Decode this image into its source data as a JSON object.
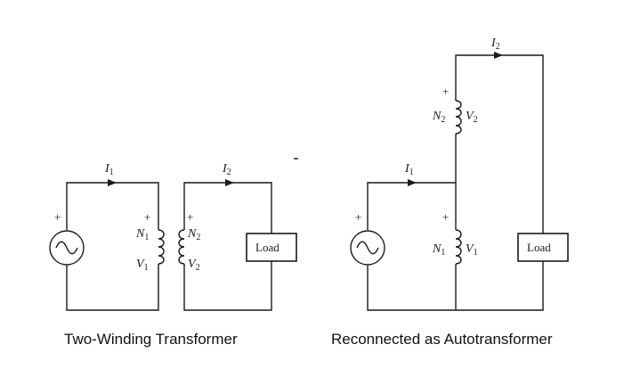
{
  "left": {
    "caption": "Two-Winding Transformer",
    "i1": "I",
    "i1_sub": "1",
    "i2": "I",
    "i2_sub": "2",
    "n1": "N",
    "n1_sub": "1",
    "v1": "V",
    "v1_sub": "1",
    "n2": "N",
    "n2_sub": "2",
    "v2": "V",
    "v2_sub": "2",
    "plus": "+",
    "load": "Load"
  },
  "right": {
    "caption": "Reconnected as Autotransformer",
    "i1": "I",
    "i1_sub": "1",
    "i2": "I",
    "i2_sub": "2",
    "n1": "N",
    "n1_sub": "1",
    "v1": "V",
    "v1_sub": "1",
    "n2": "N",
    "n2_sub": "2",
    "v2": "V",
    "v2_sub": "2",
    "plus": "+",
    "load": "Load"
  }
}
